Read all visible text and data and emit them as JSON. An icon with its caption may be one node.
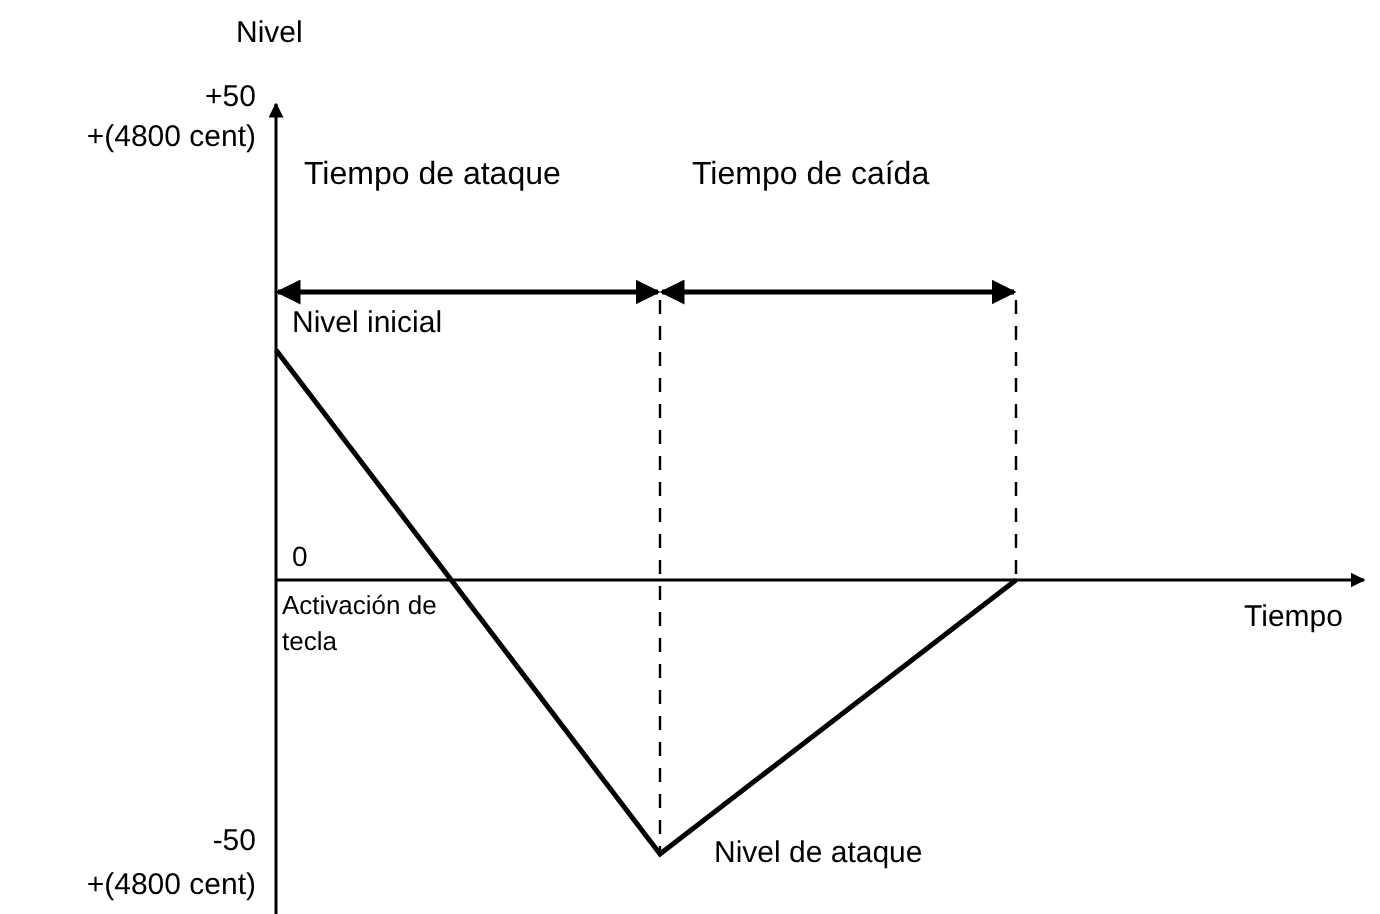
{
  "diagram": {
    "labels": [
      "Nivel",
      "+50",
      "+(4800 cent)",
      "Tiempo de ataque",
      "Tiempo de caída",
      "Nivel inicial",
      "0",
      "Activación de tecla",
      "Tiempo",
      "-50",
      "+(4800 cent)",
      "Nivel de ataque"
    ]
  }
}
